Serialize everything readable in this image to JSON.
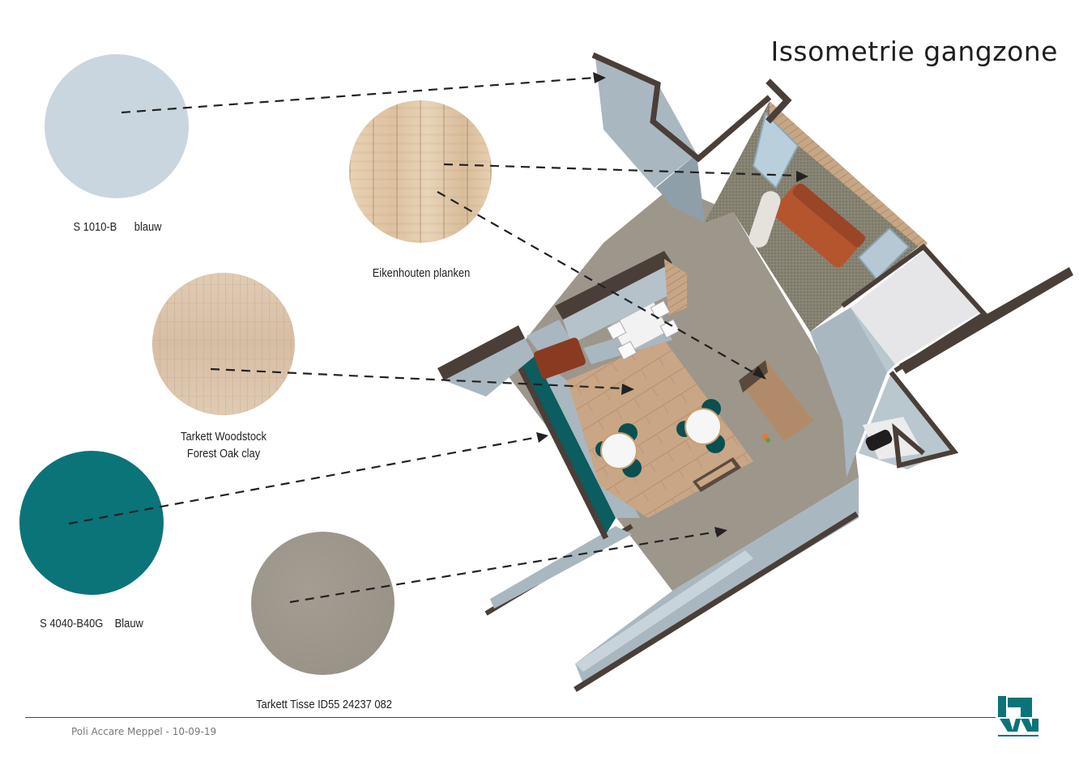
{
  "title": "Issometrie gangzone",
  "swatches": [
    {
      "label": "S 1010-B      blauw",
      "color": "#c9d6df"
    },
    {
      "label": "Eikenhouten planken",
      "color": "#e2c9a8"
    },
    {
      "label": "Tarkett Woodstock",
      "label2": "Forest Oak clay",
      "color": "#dcc5ad"
    },
    {
      "label": "S 4040-B40G    Blauw",
      "color": "#0b7479"
    },
    {
      "label": "Tarkett Tisse ID55 24237 082",
      "color": "#9d968b"
    }
  ],
  "footer": "Poli Accare Meppel - 10-09-19",
  "colors": {
    "wall_blue": "#a9b7c0",
    "wall_dark": "#4a3f38",
    "floor_grey": "#9d968b",
    "teal": "#0b5d5f",
    "oak": "#c9a685",
    "sofa": "#b4552e",
    "carpet": "#7e7c6e"
  }
}
